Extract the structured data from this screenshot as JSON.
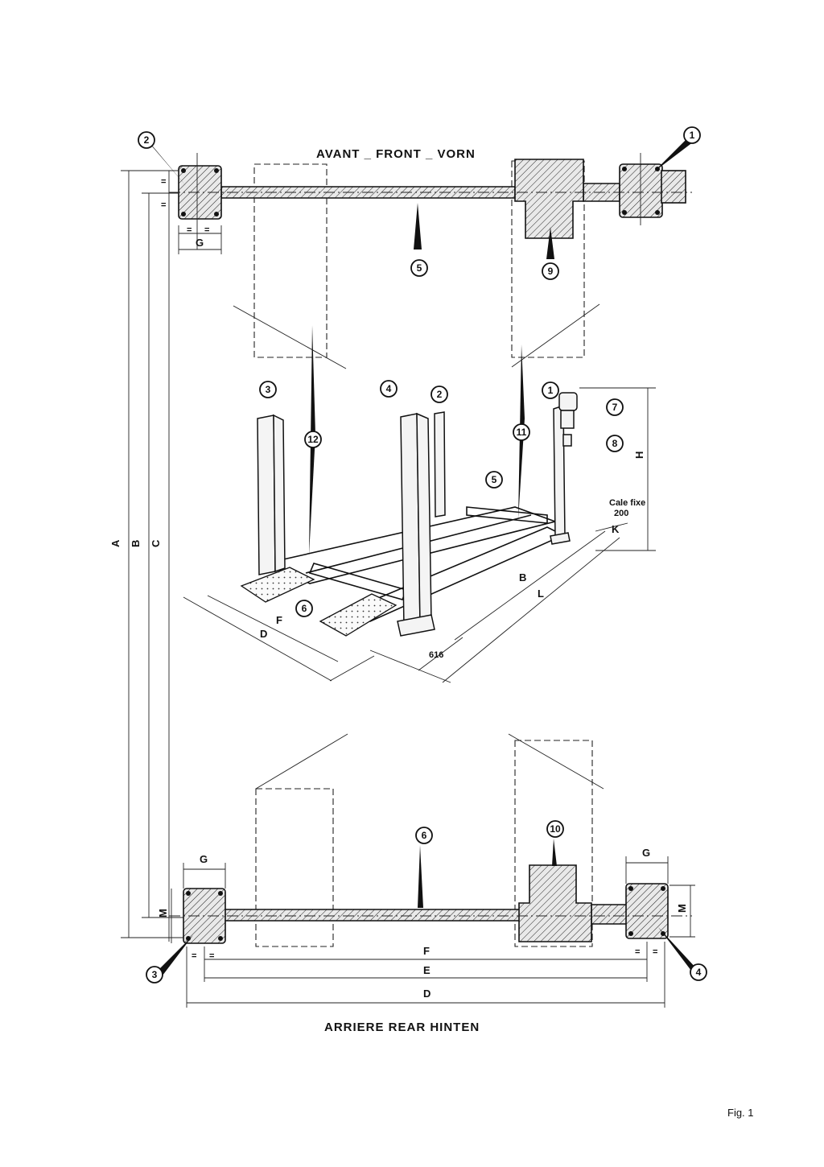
{
  "labels": {
    "front": "AVANT _ FRONT _ VORN",
    "rear": "ARRIERE   REAR   HINTEN",
    "figure": "Fig. 1",
    "cale_fixe": "Cale fixe",
    "cale_value": "200",
    "dim_616": "616"
  },
  "dimensions": {
    "A": "A",
    "B": "B",
    "C": "C",
    "D": "D",
    "E": "E",
    "F": "F",
    "G": "G",
    "H": "H",
    "K": "K",
    "L": "L",
    "M": "M",
    "eq": "="
  },
  "callouts": {
    "c1": "1",
    "c2": "2",
    "c3": "3",
    "c4": "4",
    "c5": "5",
    "c6": "6",
    "c7": "7",
    "c8": "8",
    "c9": "9",
    "c10": "10",
    "c11": "11",
    "c12": "12"
  }
}
